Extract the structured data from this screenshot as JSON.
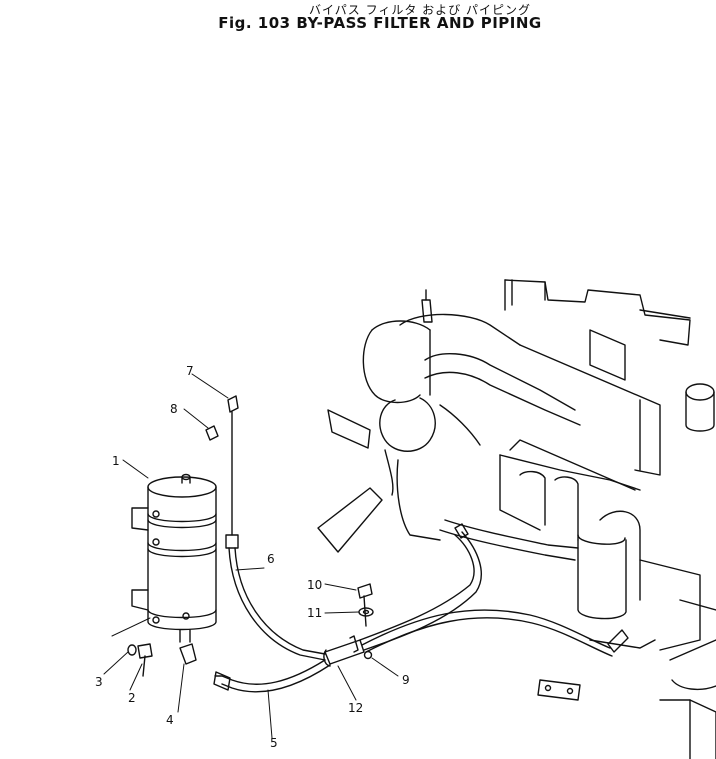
{
  "title_jp": "バイパス フィルタ および パイピング",
  "title_en": "Fig. 103  BY-PASS FILTER AND PIPING",
  "callouts": [
    "1",
    "2",
    "3",
    "4",
    "5",
    "6",
    "7",
    "8",
    "9",
    "10",
    "11",
    "12"
  ],
  "line_color": "#111111"
}
